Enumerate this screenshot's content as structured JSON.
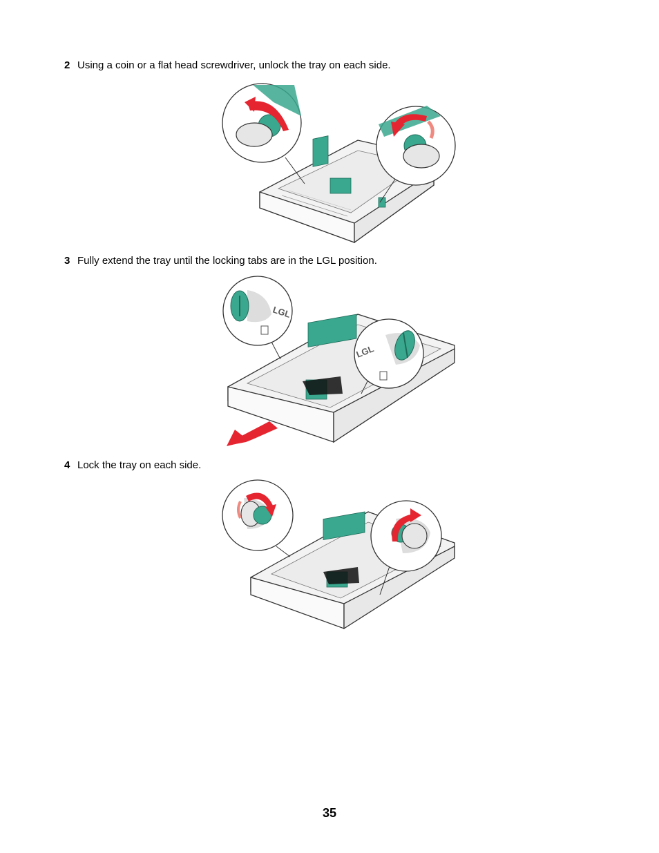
{
  "steps": [
    {
      "number": "2",
      "text": "Using a coin or a flat head screwdriver, unlock the tray on each side."
    },
    {
      "number": "3",
      "text": "Fully extend the tray until the locking tabs are in the LGL position."
    },
    {
      "number": "4",
      "text": "Lock the tray on each side."
    }
  ],
  "illustration_labels": {
    "lgl": "LGL"
  },
  "colors": {
    "accent_green": "#3aa88e",
    "arrow_red": "#e52530",
    "tray_outline": "#333333"
  },
  "page_number": "35"
}
